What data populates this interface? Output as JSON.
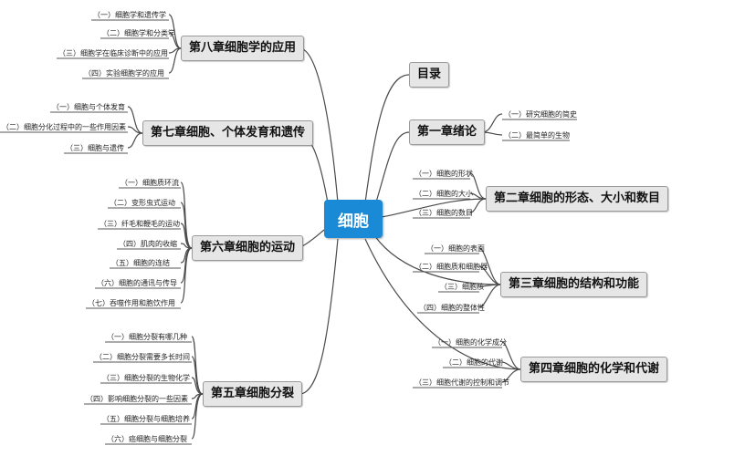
{
  "root": {
    "label": "细胞"
  },
  "chapters": {
    "toc": "目录",
    "c1": {
      "title": "第一章绪论",
      "items": [
        "（一）研究细胞的简史",
        "（二）最简单的生物"
      ]
    },
    "c2": {
      "title": "第二章细胞的形态、大小和数目",
      "items": [
        "（一）细胞的形状",
        "（二）细胞的大小",
        "（三）细胞的数目"
      ]
    },
    "c3": {
      "title": "第三章细胞的结构和功能",
      "items": [
        "（一）细胞的表面",
        "（二）细胞质和细胞器",
        "（三）细胞核",
        "（四）细胞的整体性"
      ]
    },
    "c4": {
      "title": "第四章细胞的化学和代谢",
      "items": [
        "（一）细胞的化学成分",
        "（二）细胞的代谢",
        "（三）细胞代谢的控制和调节"
      ]
    },
    "c5": {
      "title": "第五章细胞分裂",
      "items": [
        "（一）细胞分裂有哪几种",
        "（二）细胞分裂需要多长时间",
        "（三）细胞分裂的生物化学",
        "（四）影响细胞分裂的一些因素",
        "（五）细胞分裂与细胞培养",
        "（六）癌细胞与细胞分裂"
      ]
    },
    "c6": {
      "title": "第六章细胞的运动",
      "items": [
        "（一）细胞质环流",
        "（二）变形虫式运动",
        "（三）纤毛和鞭毛的运动",
        "（四）肌肉的收缩",
        "（五）细胞的连结",
        "（六）细胞的通讯与传导",
        "（七）吞噬作用和胞饮作用"
      ]
    },
    "c7": {
      "title": "第七章细胞、个体发育和遗传",
      "items": [
        "（一）细胞与个体发育",
        "（二）细胞分化过程中的一些作用因素",
        "（三）细胞与遗传"
      ]
    },
    "c8": {
      "title": "第八章细胞学的应用",
      "items": [
        "（一）细胞学和遗传学",
        "（二）细胞学和分类学",
        "（三）细胞学在临床诊断中的应用",
        "（四）实验细胞学的应用"
      ]
    }
  },
  "colors": {
    "root_fill": "#1a8ad6",
    "topic_fill": "#e6e6e6",
    "line": "#555555"
  }
}
